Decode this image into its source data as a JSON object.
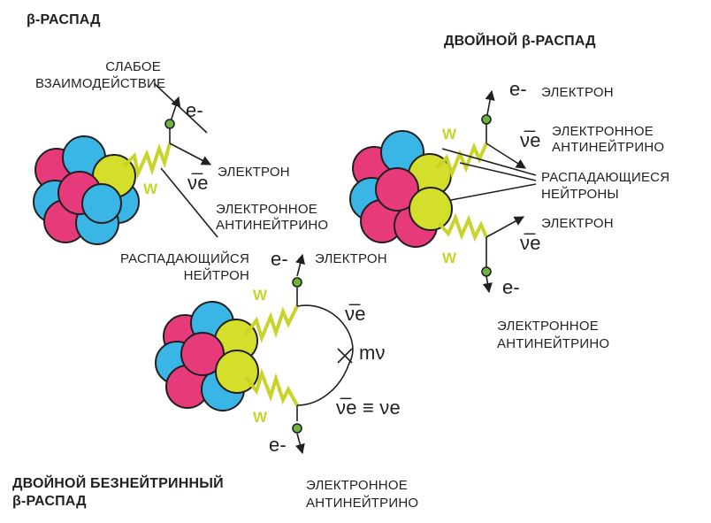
{
  "titles": {
    "beta": "β-РАСПАД",
    "double_beta": "ДВОЙНОЙ β-РАСПАД",
    "neutrinoless_line1": "ДВОЙНОЙ БЕЗНЕЙТРИННЫЙ",
    "neutrinoless_line2": "β-РАСПАД"
  },
  "beta": {
    "weak_line1": "СЛАБОЕ",
    "weak_line2": "ВЗАИМОДЕЙСТВИЕ",
    "electron_symbol": "e-",
    "electron": "ЭЛЕКТРОН",
    "antineutrino_symbol": "ν̅e",
    "antineutrino_line1": "ЭЛЕКТРОННОЕ",
    "antineutrino_line2": "АНТИНЕЙТРИНО",
    "w": "W",
    "neutron_line1": "РАСПАДАЮЩИЙСЯ",
    "neutron_line2": "НЕЙТРОН"
  },
  "double": {
    "electron_symbol_top": "e-",
    "electron_top": "ЭЛЕКТРОН",
    "antineutrino_symbol_top": "ν̅e",
    "antineutrino_top_line1": "ЭЛЕКТРОННОЕ",
    "antineutrino_top_line2": "АНТИНЕЙТРИНО",
    "neutrons_line1": "РАСПАДАЮЩИЕСЯ",
    "neutrons_line2": "НЕЙТРОНЫ",
    "electron_bottom": "ЭЛЕКТРОН",
    "antineutrino_symbol_bottom": "ν̅e",
    "electron_symbol_bottom": "e-",
    "antineutrino_bottom_line1": "ЭЛЕКТРОННОЕ",
    "antineutrino_bottom_line2": "АНТИНЕЙТРИНО",
    "w": "W"
  },
  "neutrinoless": {
    "electron_symbol_top": "e-",
    "electron_top": "ЭЛЕКТРОН",
    "antineutrino_symbol": "ν̅e",
    "mass": "mν",
    "identity": "ν̅e ≡ νe",
    "electron_symbol_bottom": "e-",
    "antineutrino_line1": "ЭЛЕКТРОННОЕ",
    "antineutrino_line2": "АНТИНЕЙТРИНО",
    "w": "W"
  },
  "colors": {
    "proton": "#e63a7a",
    "neutron": "#3ab6e6",
    "decaying_neutron": "#d4df2b",
    "outline": "#231f20",
    "w_boson": "#c8d42a",
    "vertex": "#6db33f"
  }
}
